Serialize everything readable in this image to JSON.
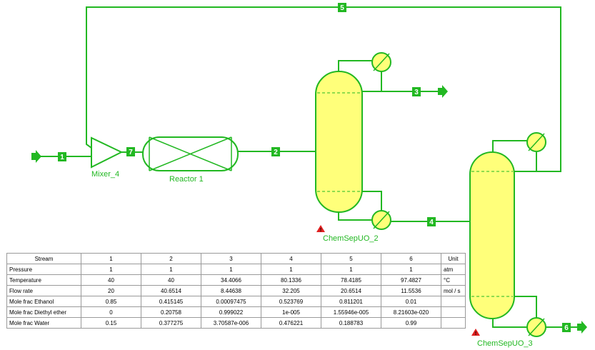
{
  "diagram": {
    "units": {
      "mixer": "Mixer_4",
      "reactor": "Reactor 1",
      "column1": "ChemSepUO_2",
      "column2": "ChemSepUO_3"
    },
    "stream_tags": [
      "1",
      "2",
      "3",
      "4",
      "5",
      "6",
      "7"
    ],
    "colors": {
      "line": "#22b822",
      "equipment_fill": "#ffff7a",
      "warning": "#e02020"
    }
  },
  "table": {
    "header": [
      "Stream",
      "1",
      "2",
      "3",
      "4",
      "5",
      "6",
      "Unit"
    ],
    "rows": [
      [
        "Pressure",
        "1",
        "1",
        "1",
        "1",
        "1",
        "1",
        "atm"
      ],
      [
        "Temperature",
        "40",
        "40",
        "34.4066",
        "80.1336",
        "78.4185",
        "97.4827",
        "°C"
      ],
      [
        "Flow rate",
        "20",
        "40.6514",
        "8.44638",
        "32.205",
        "20.6514",
        "11.5536",
        "mol / s"
      ],
      [
        "Mole frac Ethanol",
        "0.85",
        "0.415145",
        "0.00097475",
        "0.523769",
        "0.811201",
        "0.01",
        ""
      ],
      [
        "Mole frac Diethyl ether",
        "0",
        "0.20758",
        "0.999022",
        "1e-005",
        "1.55946e-005",
        "8.21603e-020",
        ""
      ],
      [
        "Mole frac Water",
        "0.15",
        "0.377275",
        "3.70587e-006",
        "0.476221",
        "0.188783",
        "0.99",
        ""
      ]
    ]
  }
}
